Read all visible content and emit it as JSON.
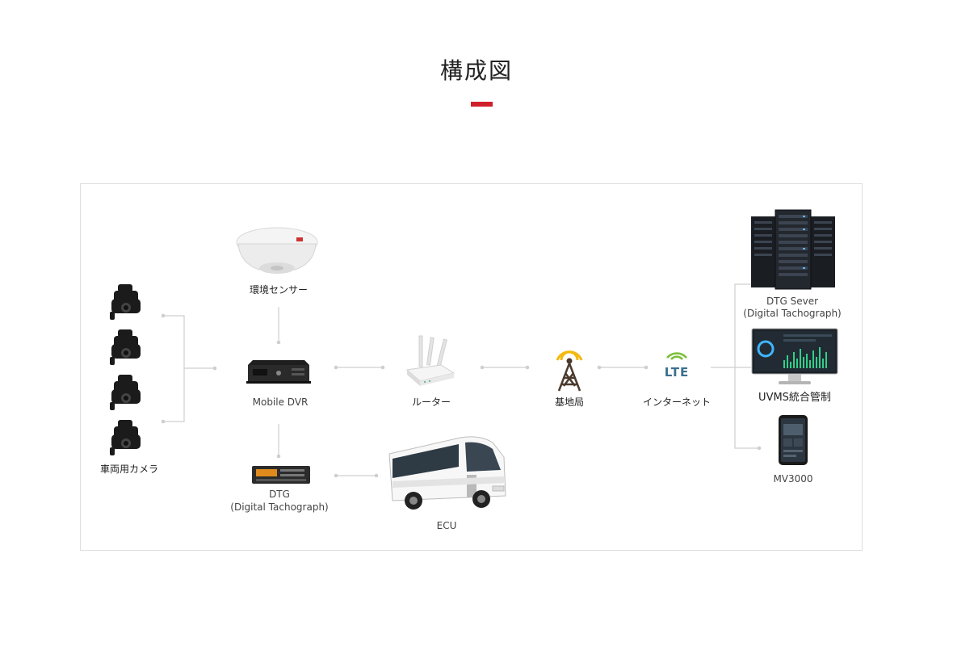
{
  "title": "構成図",
  "colors": {
    "accent": "#d0202b",
    "line": "#cfcfcf",
    "lte_green": "#7bbf3a",
    "tower_yellow": "#f2b90f",
    "lte_blue": "#3a6f8f"
  },
  "nodes": {
    "camera": {
      "label": "車両用カメラ",
      "icon": "vehicle-camera-icon"
    },
    "env_sensor": {
      "label": "環境センサー",
      "icon": "environment-sensor-icon"
    },
    "dvr": {
      "label": "Mobile DVR",
      "icon": "mobile-dvr-icon"
    },
    "dtg": {
      "label": "DTG",
      "sublabel": "(Digital Tachograph)",
      "icon": "tachograph-icon"
    },
    "ecu": {
      "label": "ECU",
      "icon": "bus-icon"
    },
    "router": {
      "label": "ルーター",
      "icon": "router-icon"
    },
    "base_station": {
      "label": "基地局",
      "icon": "cell-tower-icon"
    },
    "internet": {
      "label": "インターネット",
      "icon_text": "LTE",
      "icon": "lte-icon"
    },
    "server": {
      "label": "DTG Sever",
      "sublabel": "(Digital Tachograph)",
      "icon": "server-rack-icon"
    },
    "uvms": {
      "label": "UVMS統合管制",
      "icon": "monitor-icon"
    },
    "mv3000": {
      "label": "MV3000",
      "icon": "smartphone-icon"
    }
  }
}
